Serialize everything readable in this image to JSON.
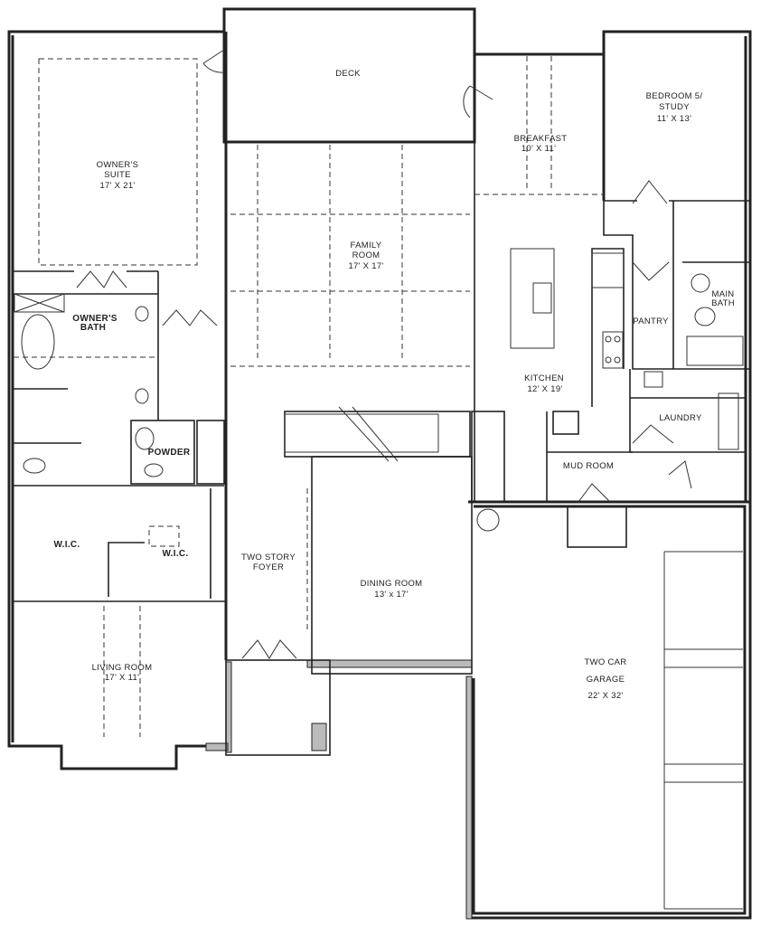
{
  "plan": {
    "rooms": {
      "deck": {
        "label": "DECK"
      },
      "owners_suite": {
        "label1": "OWNER'S",
        "label2": "SUITE",
        "dims": "17' X 21'"
      },
      "family_room": {
        "label1": "FAMILY",
        "label2": "ROOM",
        "dims": "17' X 17'"
      },
      "breakfast": {
        "label": "BREAKFAST",
        "dims": "10' X 11'"
      },
      "bedroom5": {
        "label1": "BEDROOM 5/",
        "label2": "STUDY",
        "dims": "11' X 13'"
      },
      "owners_bath": {
        "label1": "OWNER'S",
        "label2": "BATH"
      },
      "pantry": {
        "label": "PANTRY"
      },
      "main_bath": {
        "label1": "MAIN",
        "label2": "BATH"
      },
      "kitchen": {
        "label": "KITCHEN",
        "dims": "12' X 19'"
      },
      "laundry": {
        "label": "LAUNDRY"
      },
      "powder": {
        "label": "POWDER"
      },
      "mud_room": {
        "label": "MUD ROOM"
      },
      "wic1": {
        "label": "W.I.C."
      },
      "wic2": {
        "label": "W.I.C."
      },
      "foyer": {
        "label1": "TWO STORY",
        "label2": "FOYER"
      },
      "dining_room": {
        "label": "DINING ROOM",
        "dims": "13' x 17'"
      },
      "living_room": {
        "label": "LIVING ROOM",
        "dims": "17' X 11'"
      },
      "garage": {
        "label1": "TWO CAR",
        "label2": "GARAGE",
        "dims": "22' X 32'"
      }
    }
  }
}
